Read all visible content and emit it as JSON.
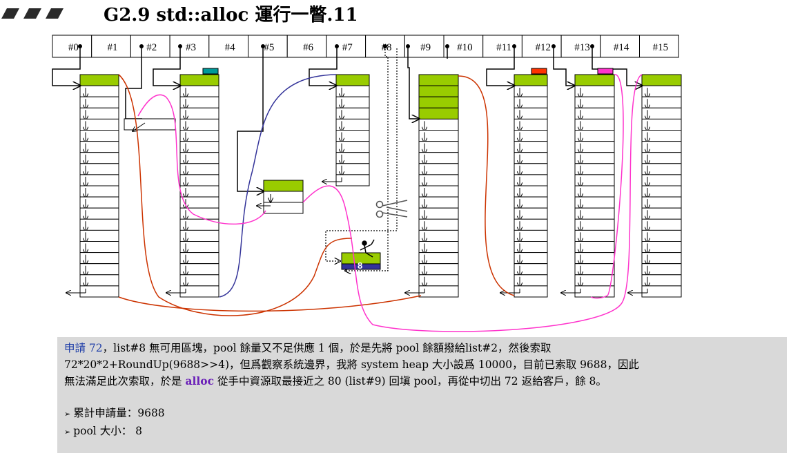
{
  "title": "G2.9 std::alloc 運行一瞥.11",
  "slot_labels": [
    "#0",
    "#1",
    "#2",
    "#3",
    "#4",
    "#5",
    "#6",
    "#7",
    "#8",
    "#9",
    "#10",
    "#11",
    "#12",
    "#13",
    "#14",
    "#15"
  ],
  "pool_remainder_label": "8",
  "colors": {
    "block_green": "#99cc00",
    "pool_blue": "#333399",
    "teal_tag": "#009999",
    "red_tag": "#ff3300",
    "magenta_tag": "#ff33cc",
    "red_line": "#cc3300",
    "blue_line": "#333399",
    "magenta_line": "#ff33cc"
  },
  "note": {
    "line1_head": "申請 72",
    "line1_rest": "，list#8 無可用區塊，pool 餘量又不足供應 1 個，於是先將 pool 餘額撥給list#2，然後索取",
    "line2": "72*20*2+RoundUp(9688>>4)，但爲觀察系統邊界，我將 system heap 大小設爲 10000，目前已索取 9688，因此",
    "line3_a": "無法滿足此次索取，於是 ",
    "line3_kw": "alloc",
    "line3_b": " 從手中資源取最接近之 80 (list#9) 回塡 pool，再從中切出 72 返給客戶，餘 8。",
    "bullet1": "累計申請量：9688",
    "bullet2": "pool 大小： 8"
  }
}
